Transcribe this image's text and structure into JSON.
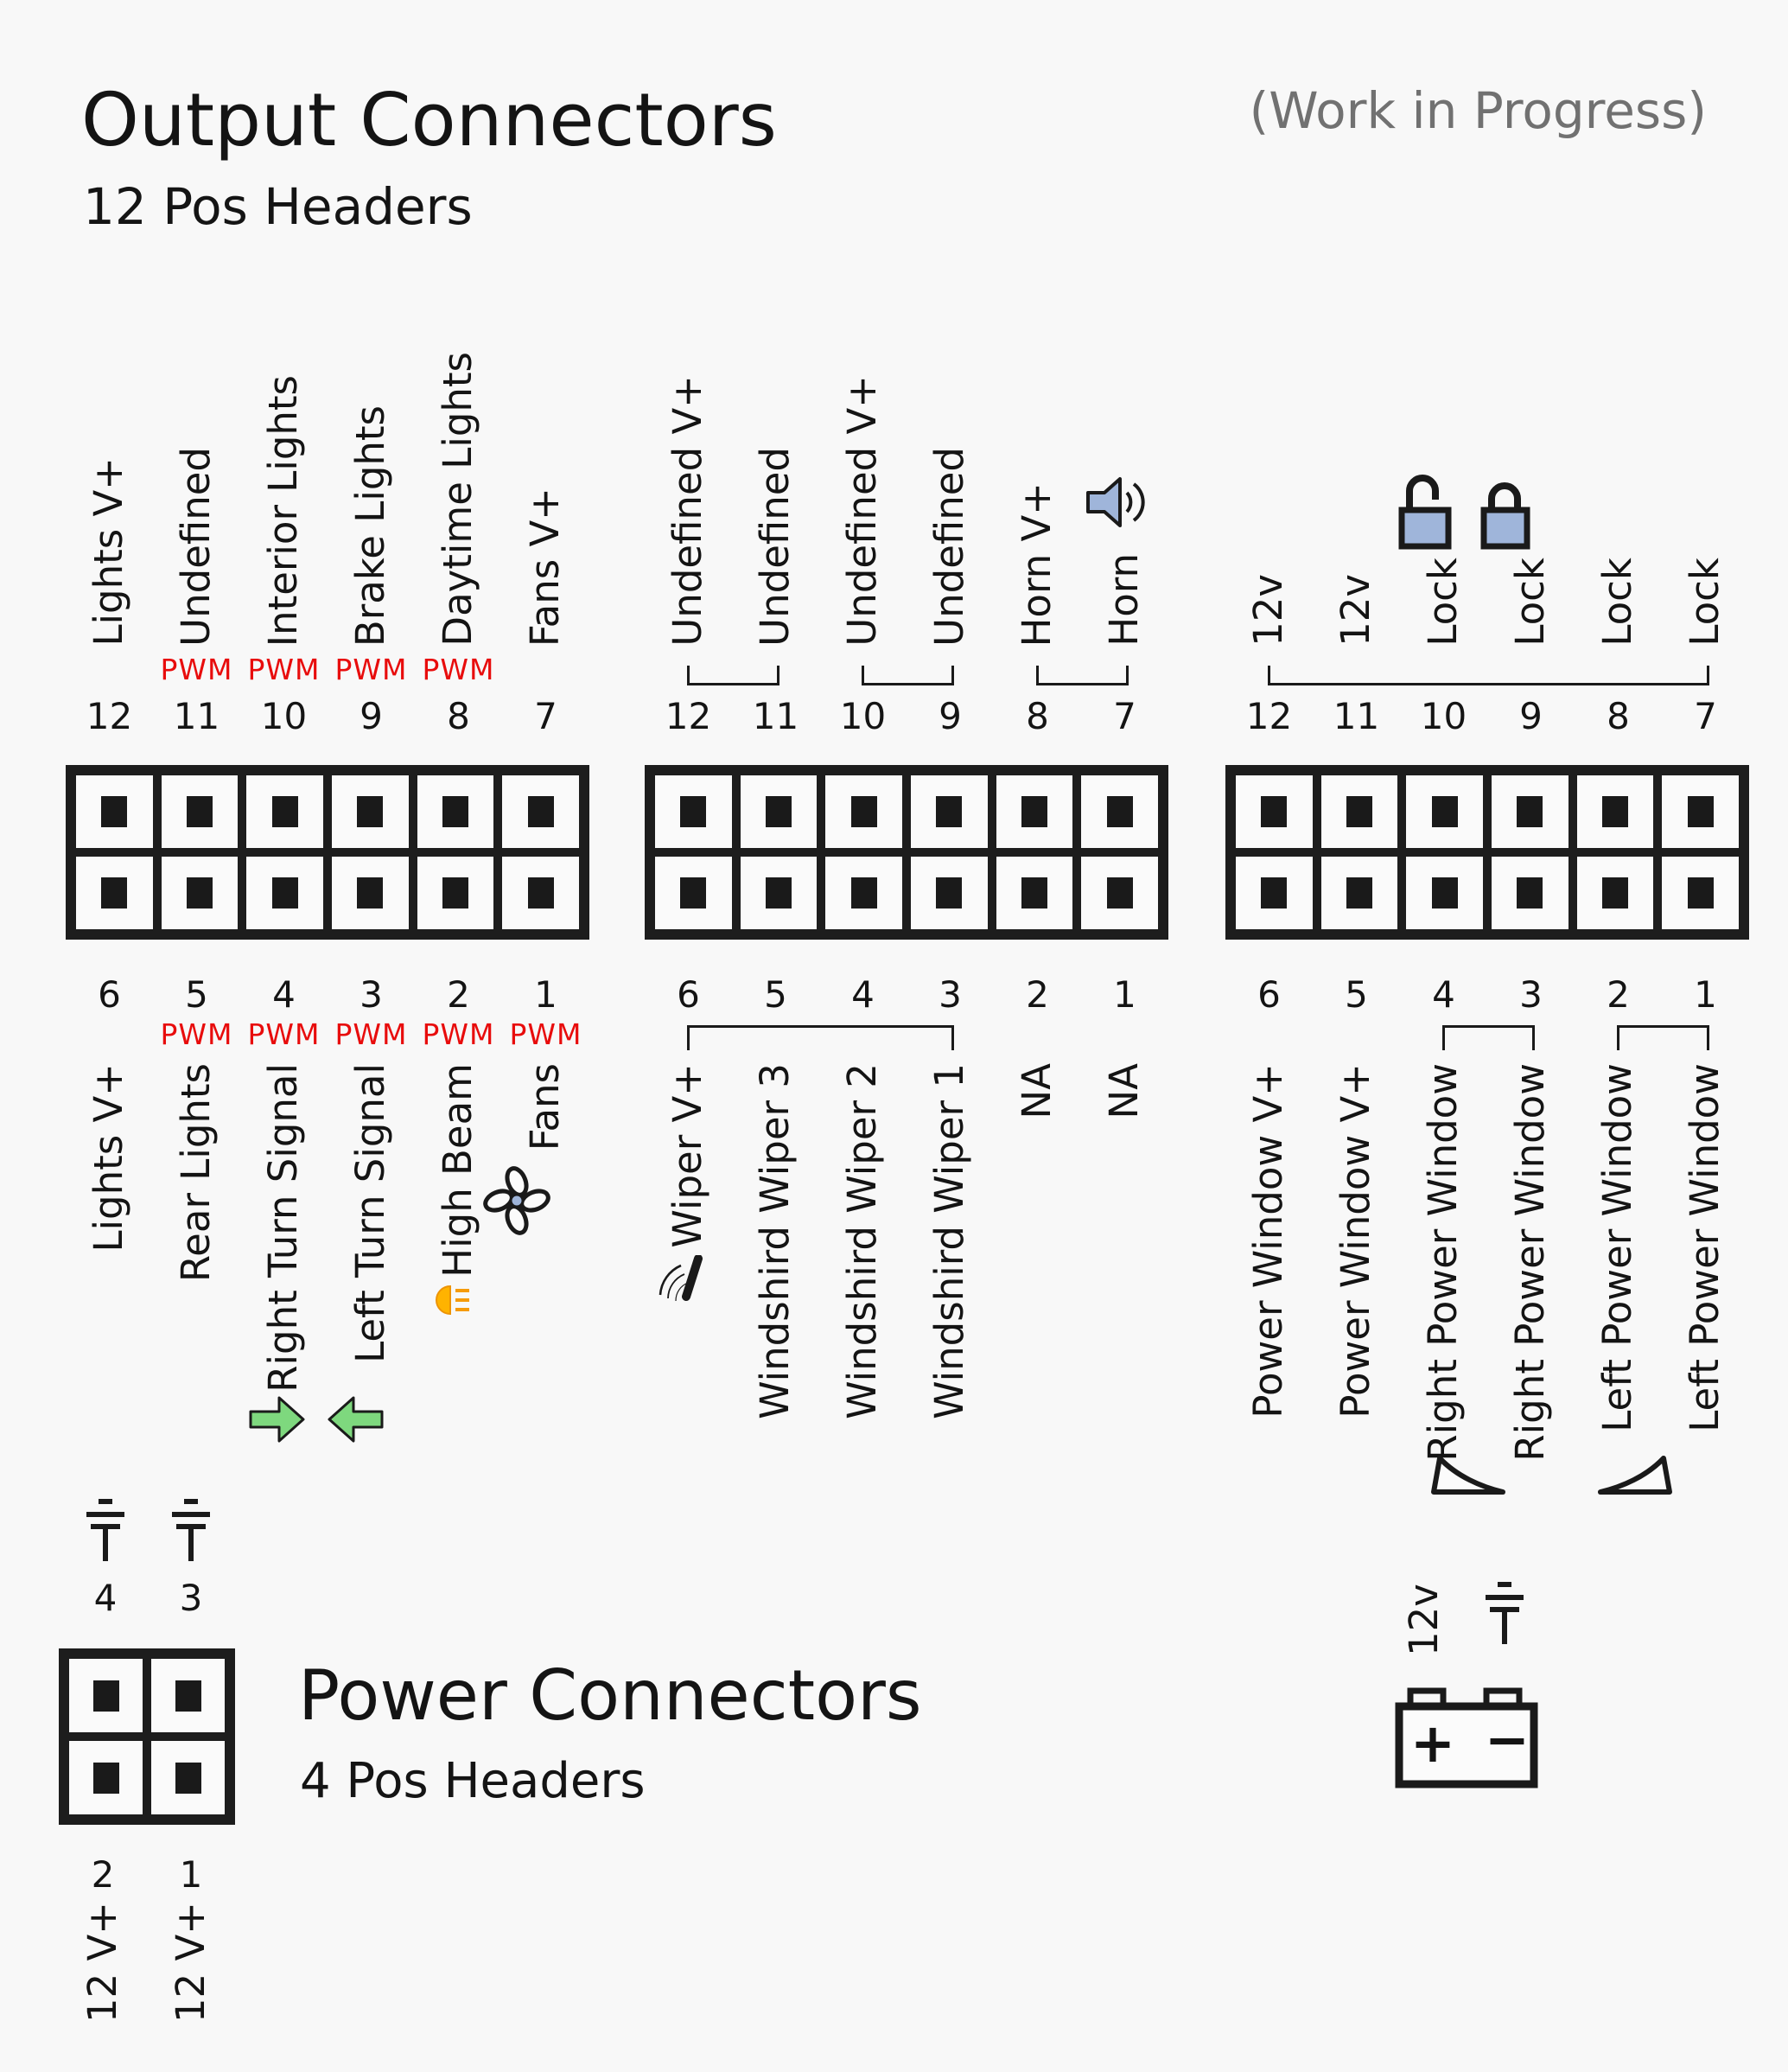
{
  "page": {
    "title": "Output Connectors",
    "subtitle": "12 Pos Headers",
    "status_note": "(Work in Progress)"
  },
  "colors": {
    "background": "#f8f8f8",
    "ink": "#1a1a1a",
    "pwm_red": "#e80c0c",
    "wip_gray": "#717171",
    "arrow_green": "#7ed87e",
    "icon_blue": "#9fb5da",
    "beam_orange": "#ffb300"
  },
  "pwm_label": "PWM",
  "output_connectors": [
    {
      "id": "output-connector-1",
      "top": {
        "pins": [
          {
            "num": "12",
            "label": "Lights V+",
            "pwm": false
          },
          {
            "num": "11",
            "label": "Undefined",
            "pwm": true
          },
          {
            "num": "10",
            "label": "Interior Lights",
            "pwm": true
          },
          {
            "num": "9",
            "label": "Brake Lights",
            "pwm": true
          },
          {
            "num": "8",
            "label": "Daytime Lights",
            "pwm": true
          },
          {
            "num": "7",
            "label": "Fans V+",
            "pwm": false
          }
        ],
        "brackets": []
      },
      "bottom": {
        "pins": [
          {
            "num": "6",
            "label": "Lights V+",
            "pwm": false
          },
          {
            "num": "5",
            "label": "Rear Lights",
            "pwm": true
          },
          {
            "num": "4",
            "label": "Right Turn Signal",
            "pwm": true
          },
          {
            "num": "3",
            "label": "Left Turn Signal",
            "pwm": true
          },
          {
            "num": "2",
            "label": "High Beam",
            "pwm": true
          },
          {
            "num": "1",
            "label": "Fans",
            "pwm": true
          }
        ],
        "brackets": []
      },
      "icons": [
        "right-turn-arrow-icon",
        "left-turn-arrow-icon",
        "high-beam-icon",
        "fan-icon"
      ]
    },
    {
      "id": "output-connector-2",
      "top": {
        "pins": [
          {
            "num": "12",
            "label": "Undefined V+",
            "pwm": false
          },
          {
            "num": "11",
            "label": "Undefined",
            "pwm": false
          },
          {
            "num": "10",
            "label": "Undefined V+",
            "pwm": false
          },
          {
            "num": "9",
            "label": "Undefined",
            "pwm": false
          },
          {
            "num": "8",
            "label": "Horn V+",
            "pwm": false
          },
          {
            "num": "7",
            "label": "Horn",
            "pwm": false
          }
        ],
        "brackets": [
          [
            0,
            1
          ],
          [
            2,
            3
          ],
          [
            4,
            5
          ]
        ]
      },
      "bottom": {
        "pins": [
          {
            "num": "6",
            "label": "Wiper V+",
            "pwm": false
          },
          {
            "num": "5",
            "label": "Windshird Wiper 3",
            "pwm": false
          },
          {
            "num": "4",
            "label": "Windshird Wiper 2",
            "pwm": false
          },
          {
            "num": "3",
            "label": "Windshird Wiper 1",
            "pwm": false
          },
          {
            "num": "2",
            "label": "NA",
            "pwm": false
          },
          {
            "num": "1",
            "label": "NA",
            "pwm": false
          }
        ],
        "brackets": [
          [
            0,
            3
          ]
        ]
      },
      "icons": [
        "horn-speaker-icon",
        "wiper-icon"
      ]
    },
    {
      "id": "output-connector-3",
      "top": {
        "pins": [
          {
            "num": "12",
            "label": "12v",
            "pwm": false
          },
          {
            "num": "11",
            "label": "12v",
            "pwm": false
          },
          {
            "num": "10",
            "label": "Lock",
            "pwm": false
          },
          {
            "num": "9",
            "label": "Lock",
            "pwm": false
          },
          {
            "num": "8",
            "label": "Lock",
            "pwm": false
          },
          {
            "num": "7",
            "label": "Lock",
            "pwm": false
          }
        ],
        "brackets": [
          [
            0,
            5
          ]
        ]
      },
      "bottom": {
        "pins": [
          {
            "num": "6",
            "label": "Power Window V+",
            "pwm": false
          },
          {
            "num": "5",
            "label": "Power Window V+",
            "pwm": false
          },
          {
            "num": "4",
            "label": "Right Power Window",
            "pwm": false
          },
          {
            "num": "3",
            "label": "Right Power Window",
            "pwm": false
          },
          {
            "num": "2",
            "label": "Left Power Window",
            "pwm": false
          },
          {
            "num": "1",
            "label": "Left Power Window",
            "pwm": false
          }
        ],
        "brackets": [
          [
            2,
            3
          ],
          [
            4,
            5
          ]
        ]
      },
      "icons": [
        "unlocked-padlock-icon",
        "locked-padlock-icon",
        "right-window-icon",
        "left-window-icon"
      ]
    }
  ],
  "power_section": {
    "title": "Power Connectors",
    "subtitle": "4 Pos Headers",
    "top_pins": [
      {
        "num": "4",
        "icon": "ground-icon"
      },
      {
        "num": "3",
        "icon": "ground-icon"
      }
    ],
    "bottom_pins": [
      {
        "num": "2",
        "label": "12 V+"
      },
      {
        "num": "1",
        "label": "12 V+"
      }
    ]
  },
  "battery": {
    "voltage_label": "12v",
    "plus": "+",
    "minus": "−",
    "icons": [
      "battery-icon",
      "ground-icon"
    ]
  }
}
